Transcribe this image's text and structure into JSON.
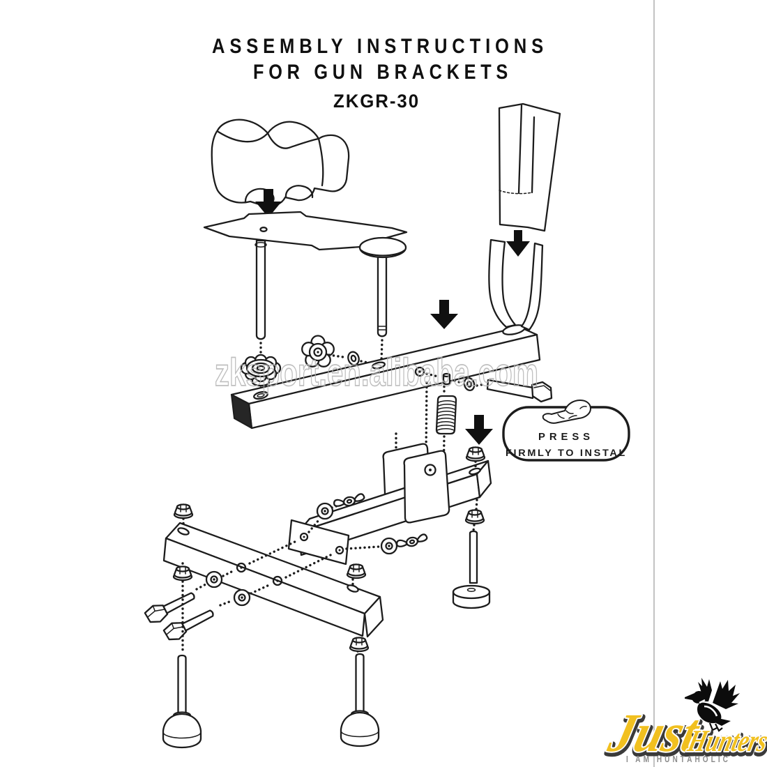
{
  "header": {
    "title_line1": "ASSEMBLY INSTRUCTIONS",
    "title_line2": "FOR GUN BRACKETS",
    "model": "ZKGR-30"
  },
  "watermark": {
    "text": "zksport.en.alibaba.com",
    "color": "#b4b4b4"
  },
  "press_label": {
    "line1": "PRESS",
    "line2": "FIRMLY TO INSTAL",
    "icon": "pressing-hand-icon"
  },
  "diagram": {
    "description": "exploded-view assembly diagram of gun bracket rest",
    "ink_color": "#1c1c1c",
    "parts": [
      "front-rest-cradle",
      "rest-mounting-plate",
      "threaded-post",
      "adjustment-knob",
      "star-knob",
      "flat-washer",
      "t-handle-bolt",
      "upper-beam",
      "rear-rest-yoke",
      "rear-rest-cover",
      "compression-spring",
      "hex-bolt",
      "flange-nut",
      "wing-nut",
      "pivot-plate",
      "vertical-support-beam",
      "bracket-mounting-plate",
      "base-beam",
      "leveling-foot",
      "down-arrow"
    ]
  },
  "brand": {
    "word1": "Just",
    "word2": "Hunters",
    "tagline": "I AM HUNTAHOLIC",
    "icon": "flying-duck-icon",
    "colors": {
      "fill": "#F1C01F",
      "outline": "#3A3A3A",
      "tagline": "#8C8C8C"
    }
  },
  "page": {
    "background": "#FFFFFF",
    "divider_color": "#9A9A9A"
  }
}
